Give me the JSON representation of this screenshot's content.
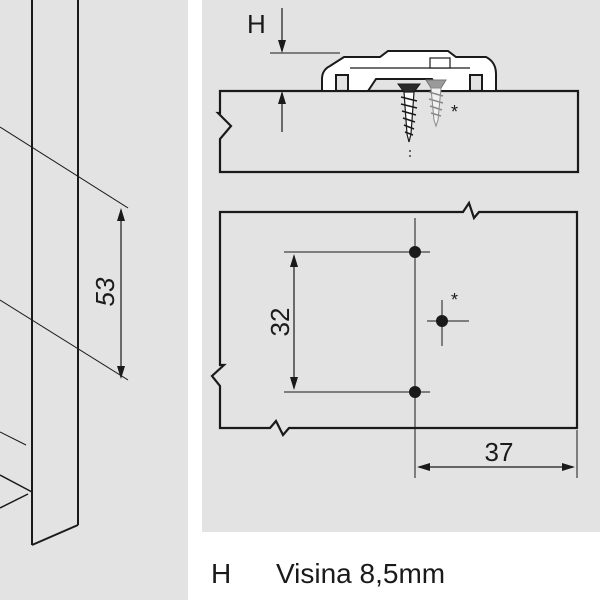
{
  "colors": {
    "panel_bg": "#e3e3e3",
    "line": "#1a1a1a",
    "page_bg": "#ffffff"
  },
  "left_view": {
    "dimension_53": "53"
  },
  "side_view": {
    "h_label": "H",
    "asterisk": "*"
  },
  "front_view": {
    "dimension_32": "32",
    "dimension_37": "37",
    "asterisk": "*"
  },
  "legend": {
    "key": "H",
    "text": "Visina 8,5mm"
  }
}
